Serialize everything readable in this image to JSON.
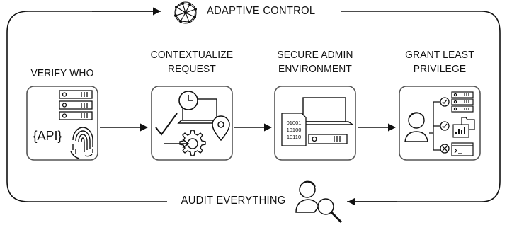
{
  "loop": {
    "top_label": "ADAPTIVE CONTROL",
    "bottom_label": "AUDIT EVERYTHING"
  },
  "steps": [
    {
      "label_lines": [
        "VERIFY WHO",
        ""
      ],
      "icons": [
        "server-rack-icon",
        "api-icon",
        "fingerprint-icon"
      ],
      "api_text": "{API}"
    },
    {
      "label_lines": [
        "CONTEXTUALIZE",
        "REQUEST"
      ],
      "icons": [
        "clock-icon",
        "laptop-icon",
        "location-pin-icon",
        "checkmark-icon",
        "gear-icon"
      ]
    },
    {
      "label_lines": [
        "SECURE ADMIN",
        "ENVIRONMENT"
      ],
      "icons": [
        "laptop-icon",
        "binary-icon",
        "server-icon"
      ],
      "binary_lines": [
        "01001",
        "10100",
        "10110"
      ]
    },
    {
      "label_lines": [
        "GRANT LEAST",
        "PRIVILEGE"
      ],
      "icons": [
        "user-icon",
        "server-rack-icon",
        "folder-icon",
        "chart-icon",
        "terminal-icon",
        "check-circle-icon",
        "x-circle-icon"
      ]
    }
  ],
  "icon_names": [
    "network-globe-icon",
    "user-search-icon"
  ],
  "colors": {
    "stroke": "#1a1a1a",
    "box_border": "#555555",
    "background": "#ffffff"
  }
}
